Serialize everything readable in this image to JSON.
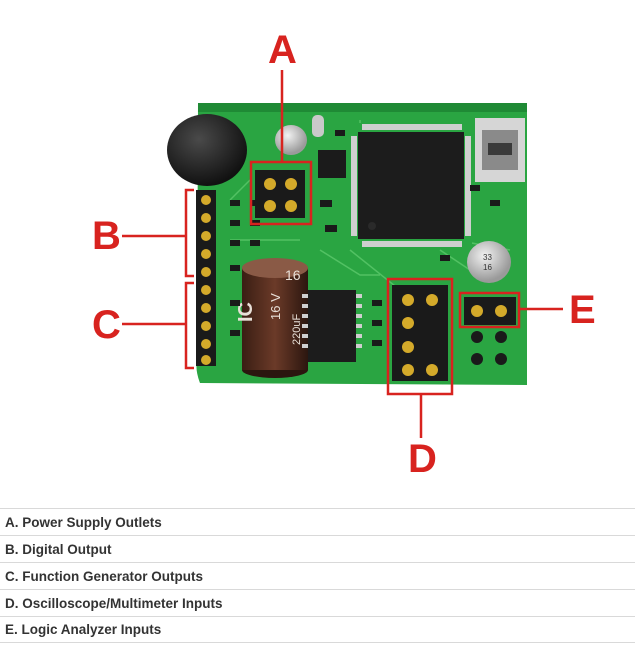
{
  "figure": {
    "callouts": [
      "A",
      "B",
      "C",
      "D",
      "E"
    ],
    "capacitor_text": [
      "16",
      "16 V",
      "220uF",
      "IC"
    ],
    "small_cap_text": [
      "33",
      "16"
    ],
    "colors": {
      "board": "#2aa542",
      "callout": "#d8231f",
      "header": "#1a1a1a"
    }
  },
  "legend": [
    "A. Power Supply Outlets",
    "B. Digital Output",
    "C. Function Generator Outputs",
    "D. Oscilloscope/Multimeter Inputs",
    "E. Logic Analyzer Inputs"
  ]
}
